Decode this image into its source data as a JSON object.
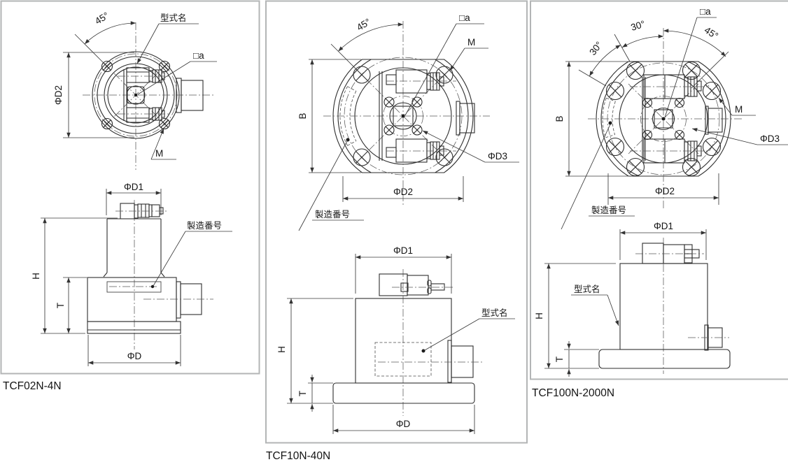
{
  "colors": {
    "line": "#2e2e2e",
    "panel_border": "#b3b5b6",
    "background": "#ffffff"
  },
  "panels": [
    {
      "model": "TCF02N-4N",
      "top_view": {
        "angle_45": "45°",
        "model_name": "型式名",
        "square_a": "□a",
        "dia2": "ΦD2",
        "thread_m": "M"
      },
      "side_view": {
        "dia1": "ΦD1",
        "serial": "製造番号",
        "height": "H",
        "thickness": "T",
        "dia": "ΦD"
      }
    },
    {
      "model": "TCF10N-40N",
      "top_view": {
        "angle_45": "45°",
        "square_a": "□a",
        "thread_m": "M",
        "width_b": "B",
        "dia3": "ΦD3",
        "dia2": "ΦD2",
        "serial": "製造番号"
      },
      "side_view": {
        "dia1": "ΦD1",
        "model_name": "型式名",
        "height": "H",
        "thickness": "T",
        "dia": "ΦD"
      }
    },
    {
      "model": "TCF100N-2000N",
      "top_view": {
        "square_a": "□a",
        "angle_30_1": "30°",
        "angle_30_2": "30°",
        "angle_45": "45°",
        "width_b": "B",
        "thread_m": "M",
        "dia3": "ΦD3",
        "dia2": "ΦD2",
        "serial": "製造番号"
      },
      "side_view": {
        "dia1": "ΦD1",
        "model_name": "型式名",
        "height": "H",
        "thickness": "T"
      }
    }
  ]
}
